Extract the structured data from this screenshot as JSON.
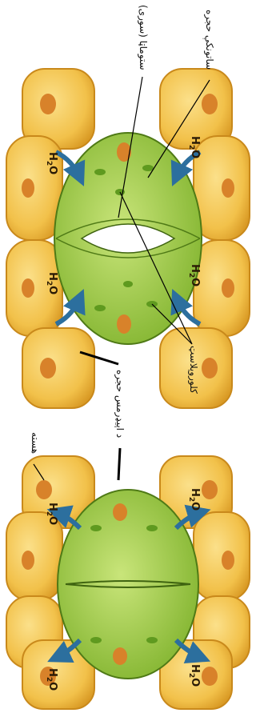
{
  "labels": {
    "guard_cell": "ساتونکې حجره",
    "stoma": "ستوماټا (سوری)",
    "chloroplast": "کلوروپلاسټ",
    "epidermal_cell": "د اپیډرمس حجره",
    "nucleus": "هسته"
  },
  "water": {
    "h2o_prefix": "H",
    "h2o_sub": "2",
    "h2o_suffix": "O"
  },
  "panels": [
    {
      "state": "open",
      "arrows_direction": "inward"
    },
    {
      "state": "closed",
      "arrows_direction": "outward"
    }
  ],
  "colors": {
    "cell_fill": "#f2c14a",
    "cell_edge": "#c9891b",
    "guard_fill": "#9ccb3c",
    "guard_edge": "#4f7a16",
    "nucleus": "#d8822a",
    "arrow": "#2c6f9e",
    "line": "#000000"
  },
  "icons": [
    "arrow-in-icon",
    "arrow-out-icon"
  ]
}
